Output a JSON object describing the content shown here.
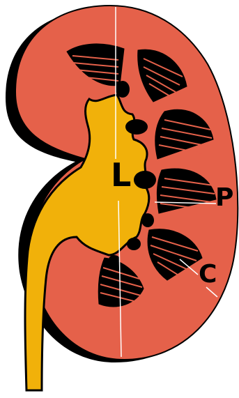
{
  "diagram": {
    "labels": {
      "l": "L",
      "p": "P",
      "c": "C"
    },
    "colors": {
      "cortex": "#e5614a",
      "pelvis": "#f1b10a",
      "outline": "#000000",
      "lines": "#ffffff"
    }
  }
}
